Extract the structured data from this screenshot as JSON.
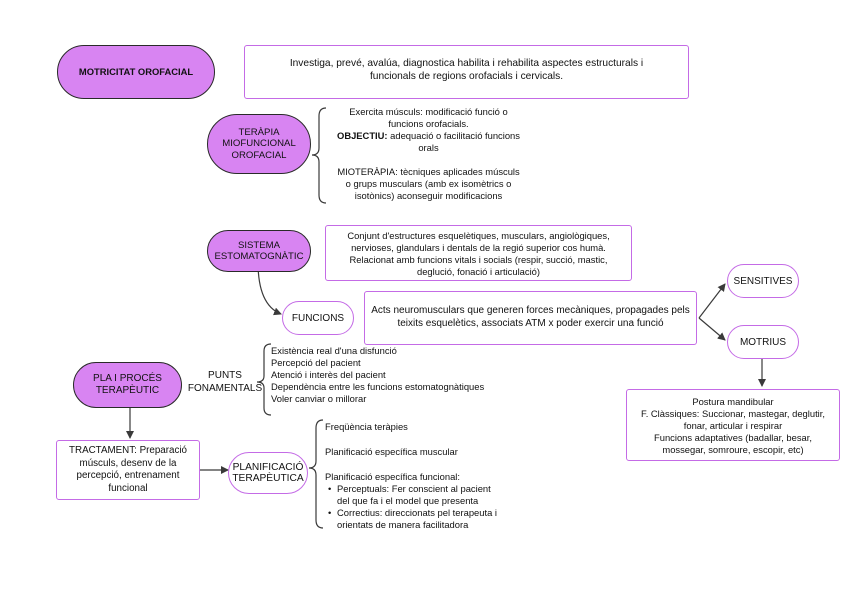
{
  "motricitat": {
    "title": "MOTRICITAT OROFACIAL",
    "desc_l1": "Investiga, prevé, avalúa, diagnostica habilita i rehabilita aspectes estructurals i",
    "desc_l2": "funcionals de regions orofacials i cervicals."
  },
  "terapia": {
    "title_l1": "TERÀPIA",
    "title_l2": "MIOFUNCIONAL",
    "title_l3": "OROFACIAL",
    "l1": "Exercita músculs: modificació funció o",
    "l2": "funcions orofacials.",
    "objectiu_label": "OBJECTIU:",
    "l3": " adequació o facilitació funcions",
    "l4": "orals",
    "l5": "MIOTERÀPIA: tècniques aplicades músculs",
    "l6": "o grups musculars (amb ex isomètrics o",
    "l7": "isotònics) aconseguir modificacions"
  },
  "sistema": {
    "title_l1": "SISTEMA",
    "title_l2": "ESTOMATOGNÀTIC",
    "l1": "Conjunt d'estructures esquelètiques, musculars, angiològiques,",
    "l2": "nervioses, glandulars i dentals de la regió superior cos humà.",
    "l3": "Relacionat amb funcions vitals i socials (respir, succió, mastic,",
    "l4": "deglució, fonació i articulació)"
  },
  "funcions": {
    "title": "FUNCIONS",
    "l1": "Acts neuromusculars que generen forces mecàniques, propagades pels",
    "l2": "teixits esquelètics, associats ATM x poder exercir una funció"
  },
  "sensitives": "SENSITIVES",
  "motrius": {
    "title": "MOTRIUS",
    "l1": "Postura mandibular",
    "l2": "F. Clàssiques: Succionar, mastegar, deglutir,",
    "l3": "fonar, articular i respirar",
    "l4": "Funcions adaptatives (badallar, besar,",
    "l5": "mossegar, somroure, escopir, etc)"
  },
  "pla": {
    "title_l1": "PLA I PROCÉS",
    "title_l2": "TERAPÈUTIC",
    "punts_l1": "PUNTS",
    "punts_l2": "FONAMENTALS",
    "items": [
      "Existència real d'una disfunció",
      "Percepció del pacient",
      "Atenció i interès del pacient",
      "Dependència entre les funcions estomatognàtiques",
      "Voler canviar o millorar"
    ]
  },
  "tractament": {
    "l1": "TRACTAMENT: Preparació",
    "l2": "músculs, desenv de la",
    "l3": "percepció, entrenament",
    "l4": "funcional"
  },
  "planificacio": {
    "title_l1": "PLANIFICACIÓ",
    "title_l2": "TERAPÈUTICA",
    "freq": "Freqüència teràpies",
    "muscular": "Planificació específica muscular",
    "funcional": "Planificació específica funcional:",
    "b1_l1": "Perceptuals: Fer conscient al pacient",
    "b1_l2": "del que fa i el model que presenta",
    "b2_l1": "Correctius: direccionats pel terapeuta i",
    "b2_l2": "orientats de manera facilitadora",
    "bullet": "•"
  }
}
